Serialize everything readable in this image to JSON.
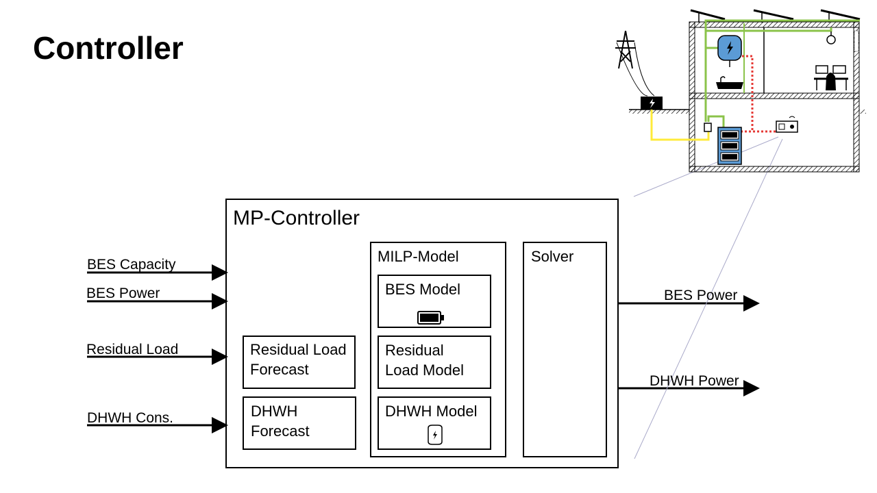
{
  "slide": {
    "title": "Controller"
  },
  "controller": {
    "title": "MP-Controller",
    "milp": {
      "title": "MILP-Model",
      "bes_model": "BES Model",
      "residual_load_model_line1": "Residual",
      "residual_load_model_line2": "Load Model",
      "dhwh_model": "DHWH Model"
    },
    "solver": {
      "title": "Solver"
    },
    "residual_load_forecast_line1": "Residual Load",
    "residual_load_forecast_line2": "Forecast",
    "dhwh_forecast_line1": "DHWH",
    "dhwh_forecast_line2": "Forecast"
  },
  "inputs": [
    "BES Capacity",
    "BES Power",
    "Residual Load",
    "DHWH Cons."
  ],
  "outputs": [
    "BES Power",
    "DHWH Power"
  ],
  "icons": {
    "battery": "battery-icon",
    "water_heater": "water-heater-icon",
    "house": "house-illustration-icon",
    "pylon": "power-pylon-icon",
    "meter": "grid-meter-icon"
  },
  "colors": {
    "grid_line": "#ffeb3b",
    "power_line": "#8bc34a",
    "data_line": "#e53935",
    "storage": "#5b9bd5"
  }
}
